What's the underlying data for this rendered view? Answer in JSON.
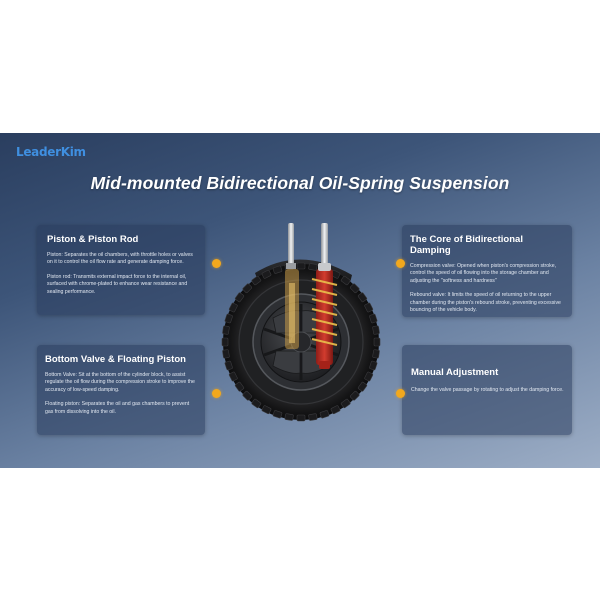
{
  "brand": "LeaderKim",
  "title": "Mid-mounted Bidirectional Oil-Spring Suspension",
  "cards": {
    "piston": {
      "heading": "Piston & Piston Rod",
      "p1": "Piston: Separates the oil chambers, with throttle holes or valves on it to control the oil flow rate and generate damping force.",
      "p2": "Piston rod: Transmits external impact force to the internal oil, surfaced with chrome-plated to enhance wear resistance and sealing performance."
    },
    "bottom_valve": {
      "heading": "Bottom Valve & Floating Piston",
      "p1": "Bottom Valve: Sit at the bottom of the cylinder block, to assist regulate the oil flow during the compression stroke to improve the accuracy of low-speed damping.",
      "p2": "Floating piston: Separates the oil and gas chambers to prevent gas from dissolving into the oil."
    },
    "core": {
      "heading": "The Core of Bidirectional Damping",
      "p1": "Compression valve: Opened when piston's compression stroke, control the speed of oil flowing into the storage chamber and adjusting the \"softness and hardness\"",
      "p2": "Rebound valve: It limits the speed of oil returning to the upper chamber during the piston's rebound stroke, preventing excessive bouncing of the vehicle body."
    },
    "manual": {
      "heading": "Manual Adjustment",
      "p1": "Change the valve passage by rotating to adjust the damping force."
    }
  },
  "icons": {
    "marker": "orange-dot-icon",
    "wheel": "motor-wheel-image",
    "shock": "oil-spring-shock-absorber-image"
  },
  "colors": {
    "brand": "#3f8fe0",
    "accent_dot": "#f2a81d",
    "spring": "#e7b84a",
    "shock_body": "#b52a22"
  }
}
